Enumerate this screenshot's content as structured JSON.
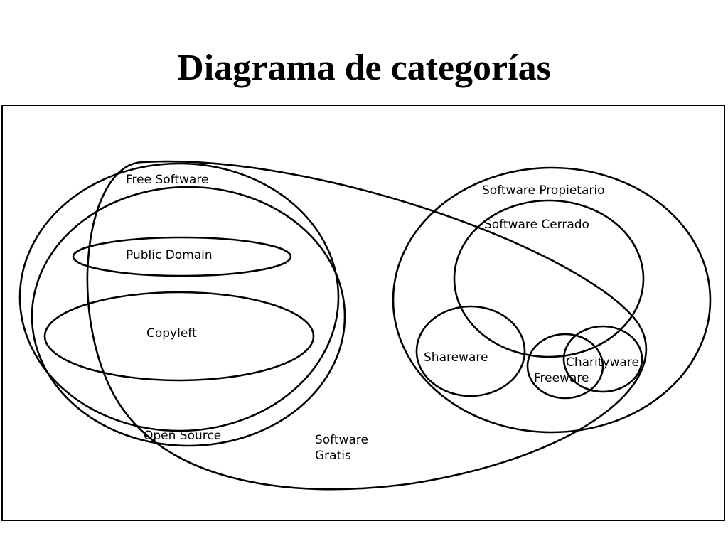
{
  "title": "Diagrama de categorías",
  "diagram": {
    "labels": {
      "free_software": "Free Software",
      "public_domain": "Public Domain",
      "copyleft": "Copyleft",
      "open_source": "Open Source",
      "software_gratis_line1": "Software",
      "software_gratis_line2": "Gratis",
      "software_propietario": "Software Propietario",
      "software_cerrado": "Software Cerrado",
      "shareware": "Shareware",
      "freeware": "Freeware",
      "charityware": "Charityware"
    }
  },
  "colors": {
    "stroke": "#000000",
    "background": "#ffffff"
  }
}
